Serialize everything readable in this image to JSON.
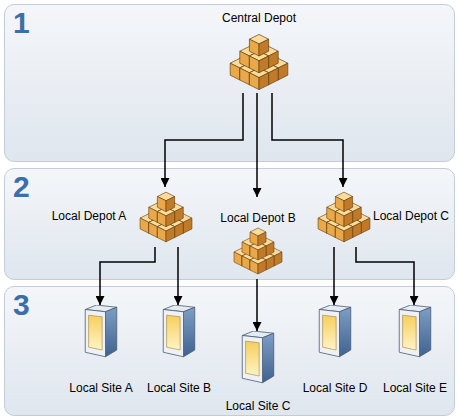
{
  "diagram": {
    "nodes": [
      {
        "text": [
          "1"
        ]
      },
      {
        "text": [
          "Central Depot"
        ],
        "in": 0
      },
      {
        "text": [
          "2"
        ]
      },
      {
        "text": [
          "Local Depot A"
        ],
        "in": 2
      },
      {
        "text": [
          "Local Depot B"
        ],
        "in": 2
      },
      {
        "text": [
          "Local Depot C"
        ],
        "in": 2
      },
      {
        "text": [
          "3"
        ]
      },
      {
        "text": [
          "Local Site A"
        ],
        "in": 6
      },
      {
        "text": [
          "Local Site B"
        ],
        "in": 6
      },
      {
        "text": [
          "Local Site C"
        ],
        "in": 6
      },
      {
        "text": [
          "Local Site D"
        ],
        "in": 6
      },
      {
        "text": [
          "Local Site E"
        ],
        "in": 6
      }
    ],
    "edges": [
      {
        "from": 1,
        "to": 3,
        "arrow": "to"
      },
      {
        "from": 1,
        "to": 4,
        "arrow": "to"
      },
      {
        "from": 1,
        "to": 5,
        "arrow": "to"
      },
      {
        "from": 3,
        "to": 7,
        "arrow": "to"
      },
      {
        "from": 3,
        "to": 8,
        "arrow": "to"
      },
      {
        "from": 4,
        "to": 9,
        "arrow": "to"
      },
      {
        "from": 5,
        "to": 10,
        "arrow": "to"
      },
      {
        "from": 5,
        "to": 11,
        "arrow": "to"
      }
    ]
  }
}
